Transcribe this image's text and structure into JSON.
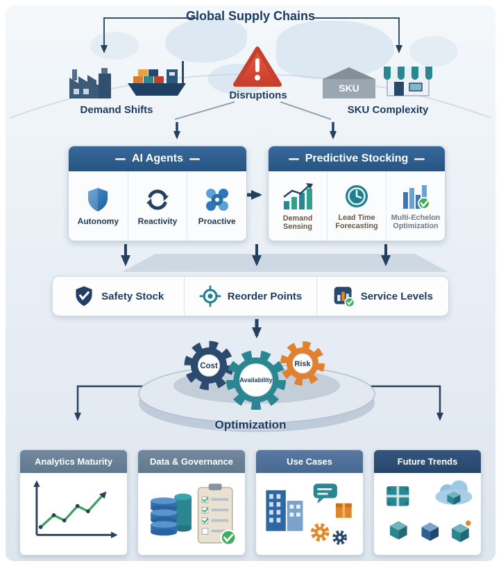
{
  "title": "Global Supply Chains",
  "top": {
    "demand_shifts_label": "Demand Shifts",
    "disruptions_label": "Disruptions",
    "warehouse_text": "SKU",
    "sku_complexity_label": "SKU Complexity"
  },
  "ai_agents": {
    "title": "AI Agents",
    "items": [
      {
        "label": "Autonomy",
        "icon": "shield-icon"
      },
      {
        "label": "Reactivity",
        "icon": "sync-arrows-icon"
      },
      {
        "label": "Proactive",
        "icon": "rotor-gear-icon"
      }
    ]
  },
  "predictive_stocking": {
    "title": "Predictive Stocking",
    "items": [
      {
        "label": "Demand Sensing",
        "icon": "rising-bar-chart-icon"
      },
      {
        "label": "Lead Time Forecasting",
        "icon": "clock-gauge-icon"
      },
      {
        "label": "Multi-Echelon Optimization",
        "icon": "bars-check-icon"
      }
    ]
  },
  "metrics_bar": {
    "items": [
      {
        "label": "Safety Stock",
        "icon": "shield-check-icon"
      },
      {
        "label": "Reorder Points",
        "icon": "crosshair-icon"
      },
      {
        "label": "Service Levels",
        "icon": "chart-check-icon"
      }
    ]
  },
  "optimization": {
    "platform_label": "Optimization",
    "gears": [
      {
        "label": "Cost",
        "color": "#2c4a6e"
      },
      {
        "label": "Availability",
        "color": "#2a8691"
      },
      {
        "label": "Risk",
        "color": "#e0812f"
      }
    ]
  },
  "bottom_panels": [
    {
      "title": "Analytics Maturity",
      "icon": "growth-line-chart-icon"
    },
    {
      "title": "Data & Governance",
      "icon": "database-checklist-icon"
    },
    {
      "title": "Use Cases",
      "icon": "buildings-gears-icon"
    },
    {
      "title": "Future Trends",
      "icon": "cloud-cubes-icon"
    }
  ],
  "colors": {
    "navy": "#1d3a5f",
    "header_blue": "#2f6191",
    "teal": "#2a8691",
    "orange": "#e0812f",
    "alert_red": "#d64a35",
    "panel_header_gray_blue": "#68829d",
    "panel_header_navy": "#2d4f78"
  }
}
